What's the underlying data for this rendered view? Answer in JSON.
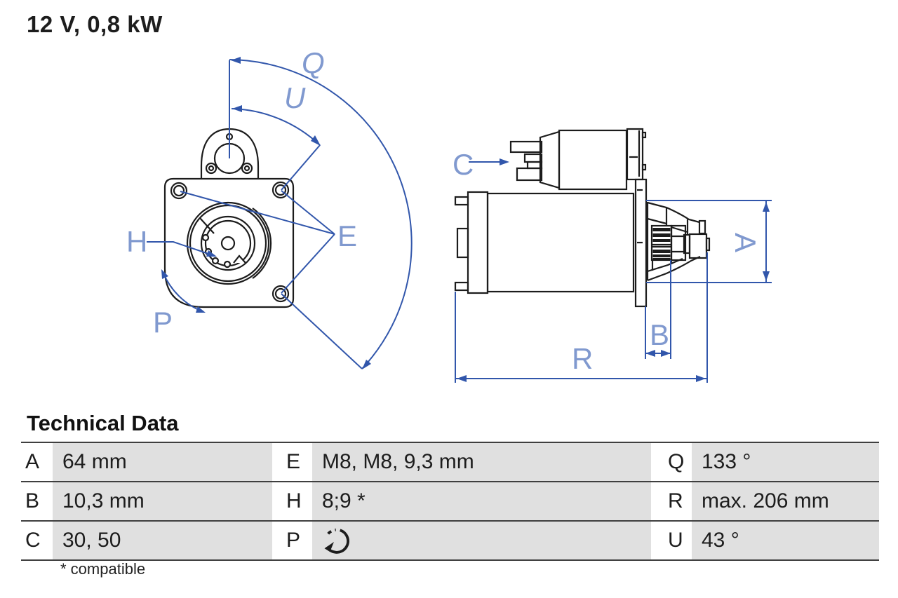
{
  "title": "12 V, 0,8 kW",
  "diagram": {
    "front_view": "starter-motor-front-view-with-mounting-flange",
    "side_view": "starter-motor-side-view-with-solenoid-and-pinion",
    "labels": {
      "Q": "Q",
      "U": "U",
      "E": "E",
      "H": "H",
      "P": "P",
      "C": "C",
      "A": "A",
      "B": "B",
      "R": "R"
    }
  },
  "table": {
    "heading": "Technical Data",
    "rows": [
      [
        "A",
        "64 mm",
        "E",
        "M8, M8, 9,3 mm",
        "Q",
        "133 °"
      ],
      [
        "B",
        "10,3 mm",
        "H",
        "8;9 *",
        "R",
        "max. 206 mm"
      ],
      [
        "C",
        "30, 50",
        "P",
        "",
        "U",
        "43 °"
      ]
    ],
    "rotation_icon": "counterclockwise-rotation-arrow",
    "footnote": "* compatible"
  },
  "colors": {
    "line_black": "#1c1c1c",
    "dimension_blue": "#3156ab",
    "label_blue": "#8099cf",
    "cell_gray": "#e0e0e0",
    "rule_gray": "#3f3f3f"
  }
}
